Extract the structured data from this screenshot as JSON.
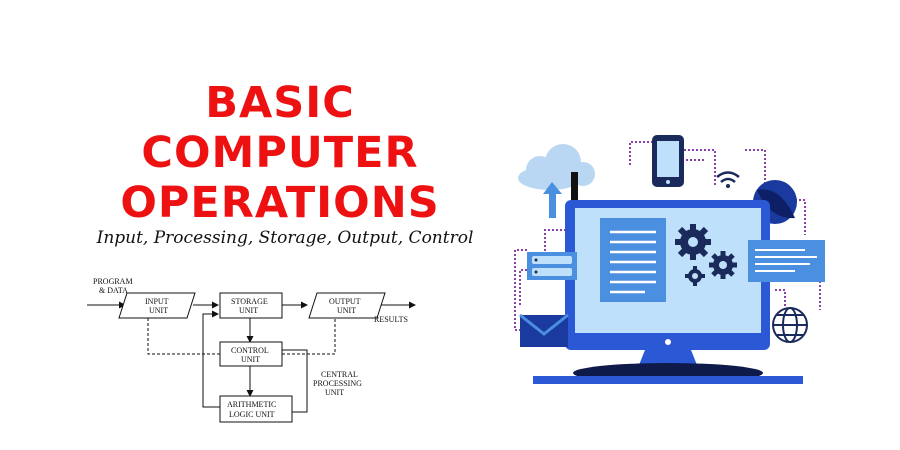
{
  "title": {
    "line1": "BASIC",
    "line2": "COMPUTER",
    "line3": "OPERATIONS"
  },
  "subtitle": "Input, Processing, Storage, Output, Control",
  "diagram": {
    "input_label_1": "PROGRAM",
    "input_label_2": "& DATA",
    "input_unit_1": "INPUT",
    "input_unit_2": "UNIT",
    "storage_unit_1": "STORAGE",
    "storage_unit_2": "UNIT",
    "output_unit_1": "OUTPUT",
    "output_unit_2": "UNIT",
    "results": "RESULTS",
    "control_unit_1": "CONTROL",
    "control_unit_2": "UNIT",
    "alu_1": "ARITHMETIC",
    "alu_2": "LOGIC UNIT",
    "cpu_1": "CENTRAL",
    "cpu_2": "PROCESSING",
    "cpu_3": "UNIT"
  },
  "colors": {
    "title": "#ee1111",
    "monitor": "#2b59d6",
    "screen": "#bfe0fa",
    "connector": "#8b3fa8",
    "cloud": "#b9d7f2"
  },
  "icons": [
    "cloud-icon",
    "smartphone-icon",
    "wifi-icon",
    "globe-icon",
    "gear-icon",
    "envelope-icon",
    "database-icon",
    "document-icon"
  ]
}
